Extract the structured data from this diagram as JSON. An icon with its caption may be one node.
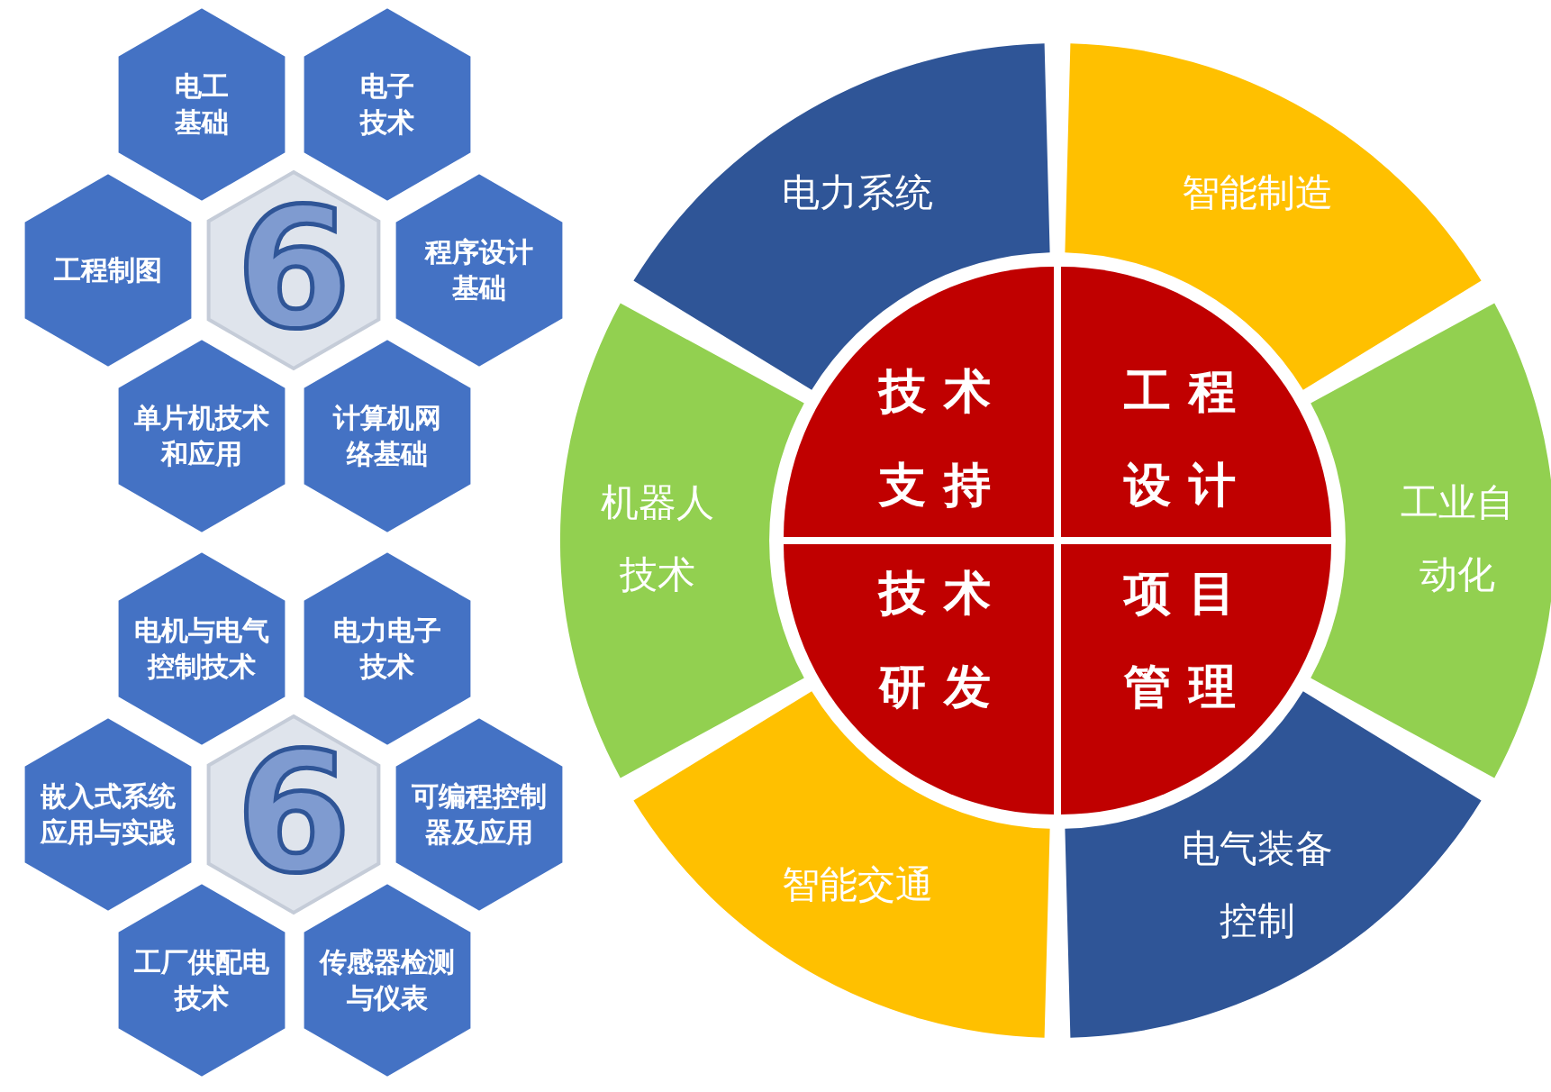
{
  "diagram": {
    "nodes": [
      {
        "text": [
          "电工基础"
        ]
      },
      {
        "text": [
          "电子技术"
        ]
      },
      {
        "text": [
          "工程制图"
        ]
      },
      {
        "text": [
          "6"
        ]
      },
      {
        "text": [
          "程序设计基础"
        ]
      },
      {
        "text": [
          "单片机技术和应用"
        ]
      },
      {
        "text": [
          "计算机网络基础"
        ]
      },
      {
        "text": [
          "电机与电气控制技术"
        ]
      },
      {
        "text": [
          "电力电子技术"
        ]
      },
      {
        "text": [
          "嵌入式系统应用与实践"
        ]
      },
      {
        "text": [
          "6"
        ]
      },
      {
        "text": [
          "可编程控制器及应用"
        ]
      },
      {
        "text": [
          "工厂供配电技术"
        ]
      },
      {
        "text": [
          "传感器检测与仪表"
        ]
      },
      {
        "text": [
          "电力系统"
        ]
      },
      {
        "text": [
          "智能制造"
        ]
      },
      {
        "text": [
          "技术支持"
        ]
      },
      {
        "text": [
          "工程设计"
        ]
      },
      {
        "text": [
          "机器人技术"
        ]
      },
      {
        "text": [
          "工业自动化"
        ]
      },
      {
        "text": [
          "技术研发"
        ]
      },
      {
        "text": [
          "项目管理"
        ]
      },
      {
        "text": [
          "智能交通"
        ]
      },
      {
        "text": [
          "电气装备控制"
        ]
      }
    ]
  }
}
